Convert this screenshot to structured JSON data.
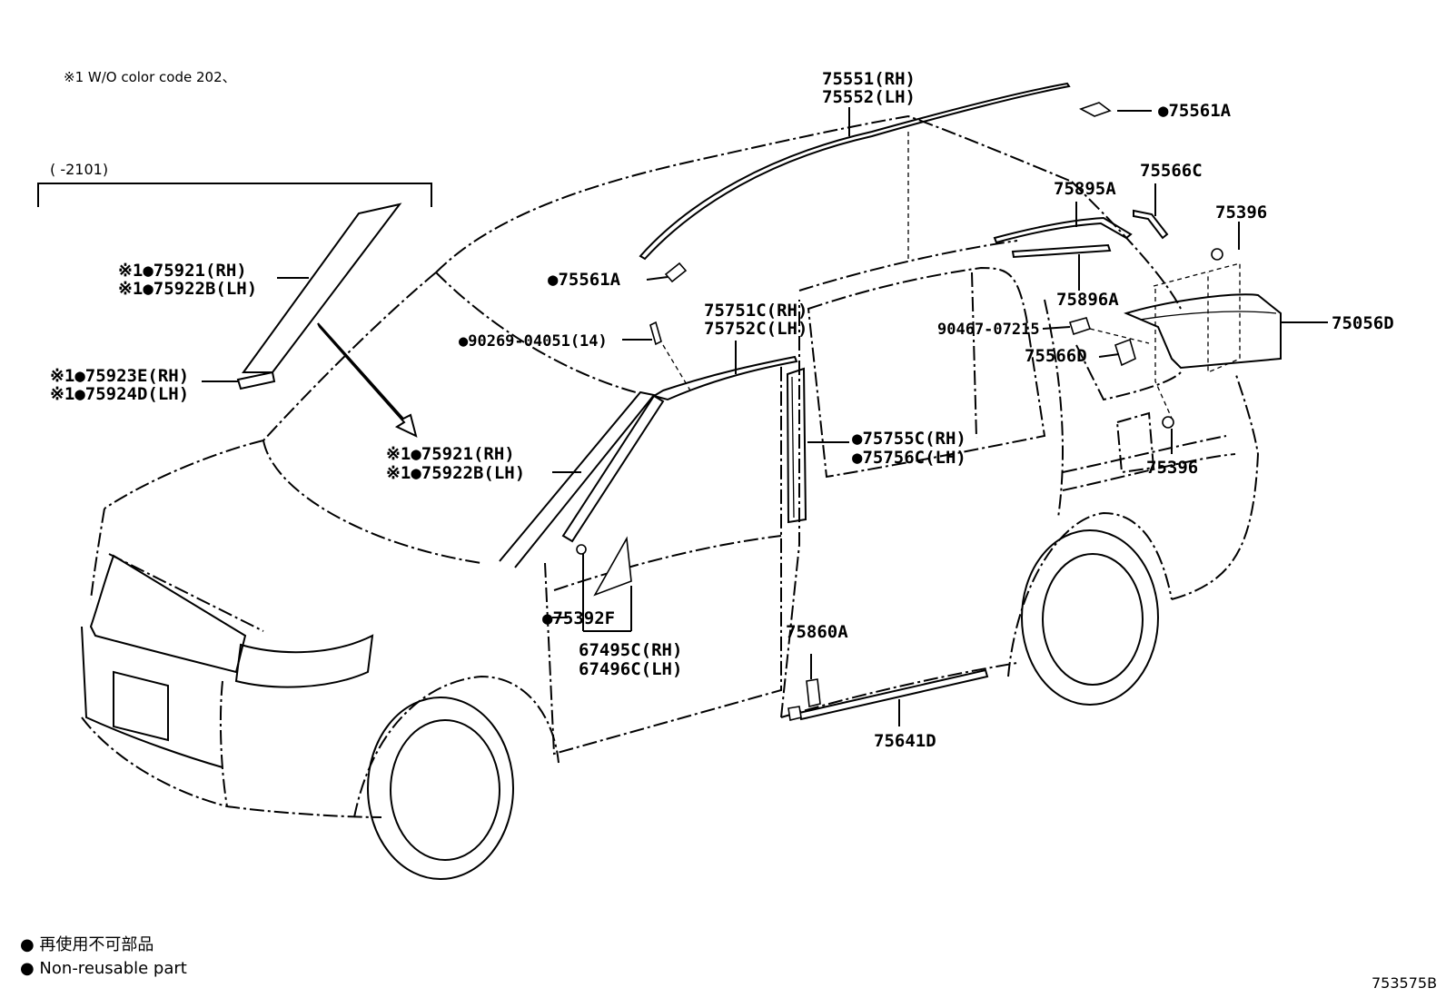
{
  "header": {
    "note": "※1 W/O color code 202、",
    "bracket_label": "(     -2101)"
  },
  "parts": {
    "p75551": "75551(RH)",
    "p75552": "75552(LH)",
    "p75561A_top": "●75561A",
    "p75566C": "75566C",
    "p75895A": "75895A",
    "p75396_top": "75396",
    "p75561A_mid": "●75561A",
    "p75896A": "75896A",
    "p75056D": "75056D",
    "p90269": "●90269-04051(14)",
    "p75751C": "75751C(RH)",
    "p75752C": "75752C(LH)",
    "p90467": "90467-07215",
    "p75566D": "75566D",
    "p75755C": "●75755C(RH)",
    "p75756C": "●75756C(LH)",
    "p75396_mid": "75396",
    "p75921_bracket": "※1●75921(RH)",
    "p75922B_bracket": "※1●75922B(LH)",
    "p75923E": "※1●75923E(RH)",
    "p75924D": "※1●75924D(LH)",
    "p75921_main": "※1●75921(RH)",
    "p75922B_main": "※1●75922B(LH)",
    "p75392F": "●75392F",
    "p67495C": "67495C(RH)",
    "p67496C": "67496C(LH)",
    "p75860A": "75860A",
    "p75641D": "75641D"
  },
  "legend": {
    "line_jp": "● 再使用不可部品",
    "line_en": "● Non-reusable part"
  },
  "diagram_code": "753575B"
}
